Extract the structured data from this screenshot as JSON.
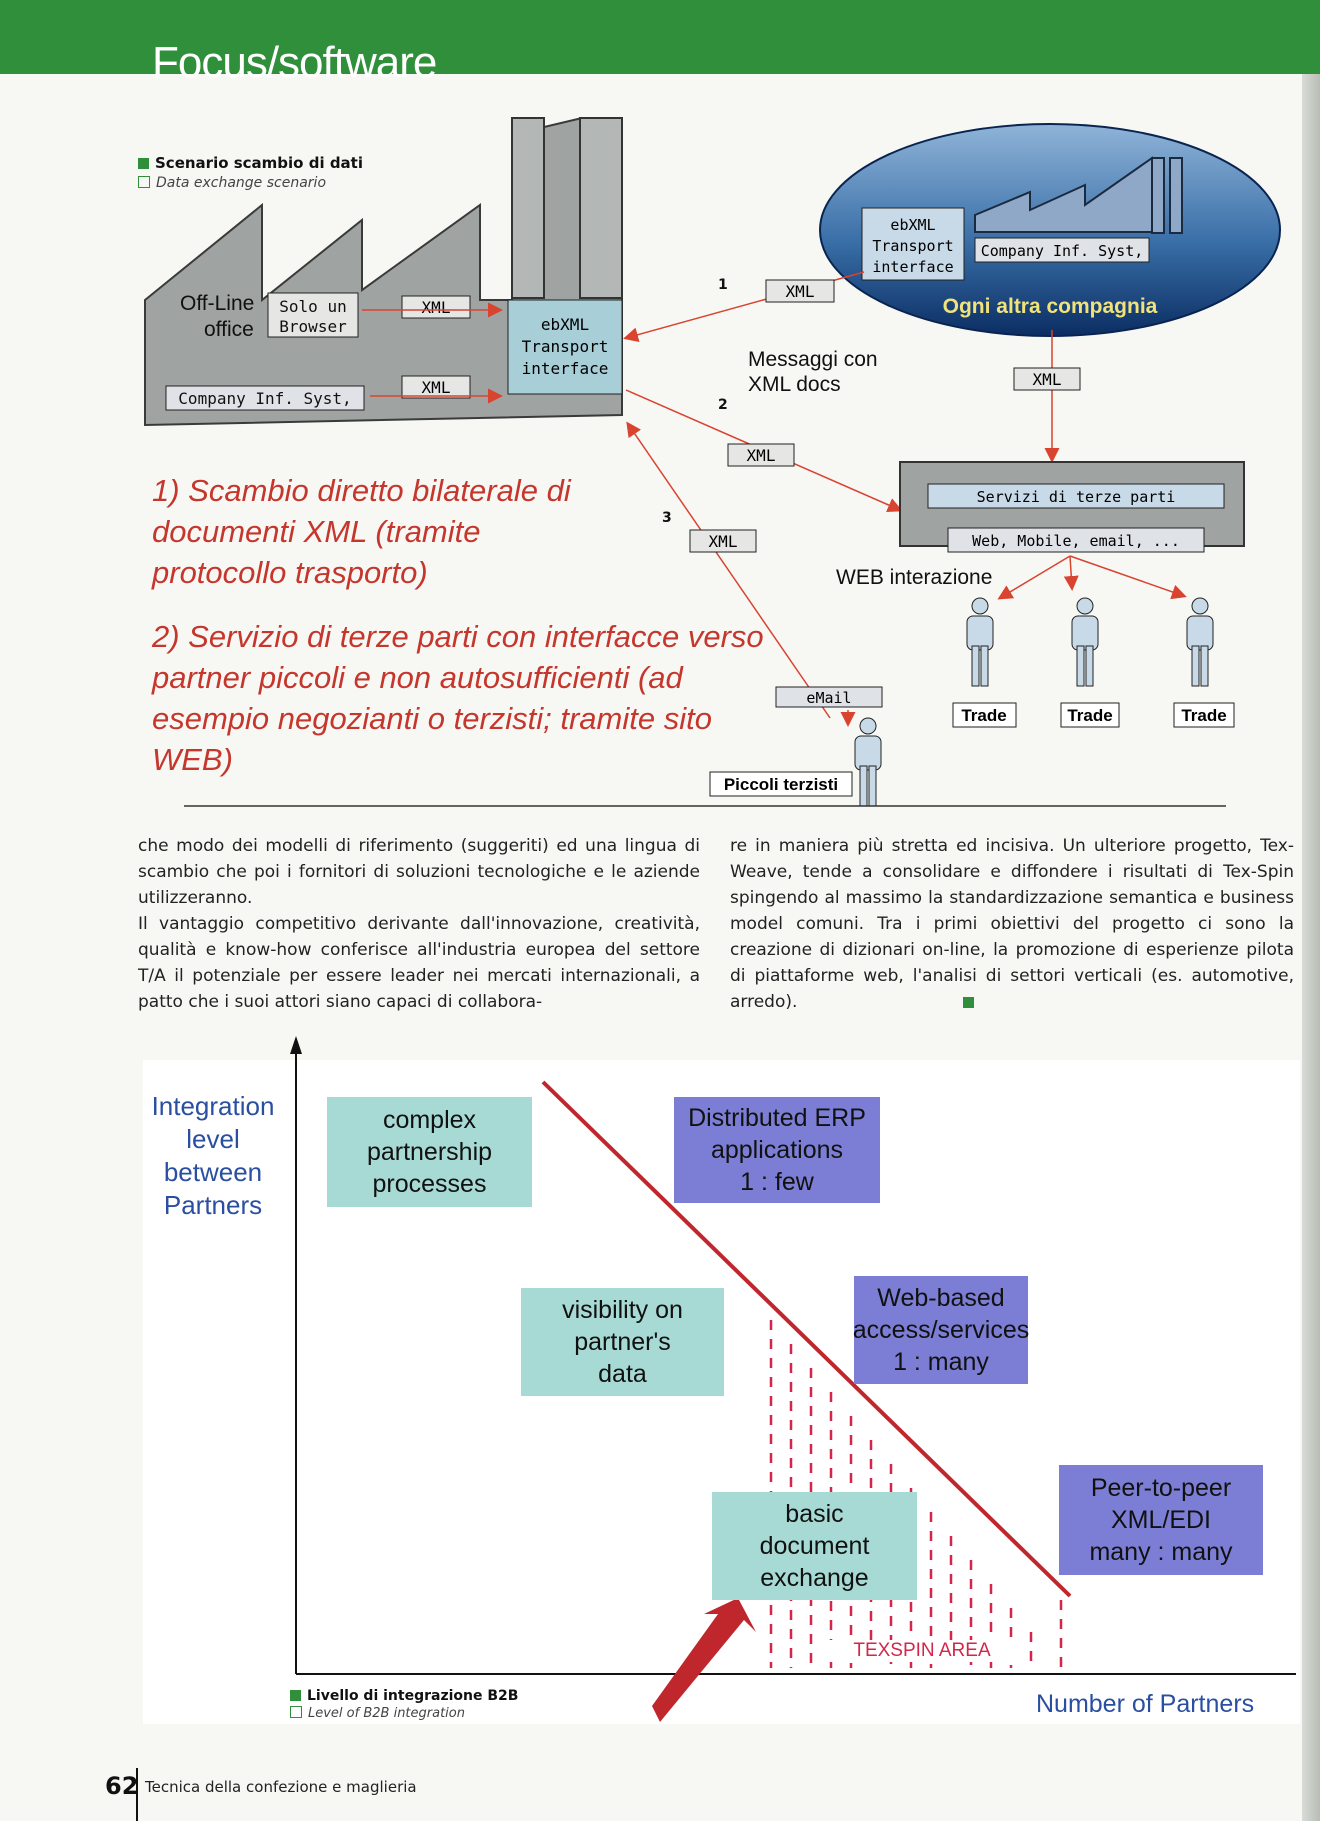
{
  "header": {
    "section_title": "Focus/software"
  },
  "figure1": {
    "caption_it": "Scenario scambio di dati",
    "caption_en": "Data exchange scenario",
    "offline_office_line1": "Off-Line",
    "offline_office_line2": "office",
    "solo_browser_line1": "Solo un",
    "solo_browser_line2": "Browser",
    "company_inf_syst": "Company Inf. Syst,",
    "xml": "XML",
    "ebxml_line1": "ebXML",
    "ebxml_line2": "Transport",
    "ebxml_line3": "interface",
    "company_inf_syst_right": "Company Inf. Syst,",
    "ogni_altra": "Ogni altra compagnia",
    "messaggi_line1": "Messaggi con",
    "messaggi_line2": "XML docs",
    "num1": "1",
    "num2": "2",
    "num3": "3",
    "servizi_terze": "Servizi di terze parti",
    "web_mobile": "Web, Mobile, email, ...",
    "web_interazione": "WEB interazione",
    "trade": "Trade",
    "email": "eMail",
    "piccoli_terzisti": "Piccoli terzisti",
    "note1_line1": "1) Scambio diretto bilaterale di",
    "note1_line2": "documenti XML (tramite",
    "note1_line3": "protocollo trasporto)",
    "note2_line1": "2) Servizio di terze parti con interfacce verso",
    "note2_line2": "partner piccoli e non autosufficienti (ad",
    "note2_line3": "esempio negozianti o terzisti; tramite sito",
    "note2_line4": "WEB)"
  },
  "body": {
    "col1_p1": "che modo dei modelli di riferimento (suggeriti) ed una lingua di scambio che poi i fornitori di soluzioni tecnologiche e le aziende utilizzeranno.",
    "col1_p2": "Il vantaggio competitivo derivante dall'innovazione, creatività, qualità e know-how conferisce all'industria europea del settore T/A il potenziale per essere leader nei mercati internazionali, a patto che i suoi attori siano capaci di collabora-",
    "col2_p1": "re in maniera più stretta ed incisiva. Un ulteriore progetto, Tex-Weave, tende a consolidare e diffondere i risultati di Tex-Spin spingendo al massimo la standardizzazione semantica e business model comuni. Tra i primi obiettivi del progetto ci sono la creazione di dizionari on-line, la promozione di esperienze pilota di piattaforme web, l'analisi di settori verticali (es. automotive, arredo)."
  },
  "figure2": {
    "y_label": "Integration\nlevel\nbetween\nPartners",
    "x_label": "Number of Partners",
    "box_complex": "complex\npartnership\nprocesses",
    "box_erp": "Distributed ERP\napplications\n1 : few",
    "box_visibility": "visibility on\npartner's\ndata",
    "box_web": "Web-based\naccess/services\n1 : many",
    "box_basic": "basic\ndocument\nexchange",
    "box_p2p": "Peer-to-peer\nXML/EDI\nmany : many",
    "texspin_area": "TEXSPIN AREA",
    "caption_it": "Livello di integrazione B2B",
    "caption_en": "Level of B2B integration"
  },
  "footer": {
    "page_number": "62",
    "magazine": "Tecnica della confezione e maglieria"
  }
}
